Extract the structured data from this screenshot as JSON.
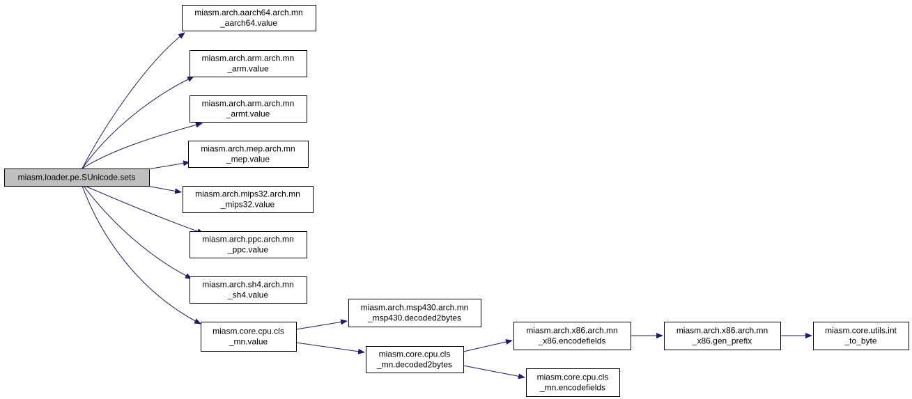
{
  "colors": {
    "edge": "#191970",
    "node_border": "#000000",
    "root_fill": "#bfbfbf",
    "node_fill": "#ffffff"
  },
  "nodes": [
    {
      "id": "root",
      "lines": [
        "miasm.loader.pe.SUnicode.sets"
      ],
      "root": true
    },
    {
      "id": "aarch64",
      "lines": [
        "miasm.arch.aarch64.arch.mn",
        "_aarch64.value"
      ]
    },
    {
      "id": "arm",
      "lines": [
        "miasm.arch.arm.arch.mn",
        "_arm.value"
      ]
    },
    {
      "id": "armt",
      "lines": [
        "miasm.arch.arm.arch.mn",
        "_armt.value"
      ]
    },
    {
      "id": "mep",
      "lines": [
        "miasm.arch.mep.arch.mn",
        "_mep.value"
      ]
    },
    {
      "id": "mips32",
      "lines": [
        "miasm.arch.mips32.arch.mn",
        "_mips32.value"
      ]
    },
    {
      "id": "ppc",
      "lines": [
        "miasm.arch.ppc.arch.mn",
        "_ppc.value"
      ]
    },
    {
      "id": "sh4",
      "lines": [
        "miasm.arch.sh4.arch.mn",
        "_sh4.value"
      ]
    },
    {
      "id": "cls_value",
      "lines": [
        "miasm.core.cpu.cls",
        "_mn.value"
      ]
    },
    {
      "id": "msp430",
      "lines": [
        "miasm.arch.msp430.arch.mn",
        "_msp430.decoded2bytes"
      ]
    },
    {
      "id": "cls_decoded",
      "lines": [
        "miasm.core.cpu.cls",
        "_mn.decoded2bytes"
      ]
    },
    {
      "id": "x86_encodefields",
      "lines": [
        "miasm.arch.x86.arch.mn",
        "_x86.encodefields"
      ]
    },
    {
      "id": "cls_encodefields",
      "lines": [
        "miasm.core.cpu.cls",
        "_mn.encodefields"
      ]
    },
    {
      "id": "x86_gen_prefix",
      "lines": [
        "miasm.arch.x86.arch.mn",
        "_x86.gen_prefix"
      ]
    },
    {
      "id": "int_to_byte",
      "lines": [
        "miasm.core.utils.int",
        "_to_byte"
      ]
    }
  ],
  "edges": [
    {
      "from": "root",
      "to": "aarch64"
    },
    {
      "from": "root",
      "to": "arm"
    },
    {
      "from": "root",
      "to": "armt"
    },
    {
      "from": "root",
      "to": "mep"
    },
    {
      "from": "root",
      "to": "mips32"
    },
    {
      "from": "root",
      "to": "ppc"
    },
    {
      "from": "root",
      "to": "sh4"
    },
    {
      "from": "root",
      "to": "cls_value"
    },
    {
      "from": "cls_value",
      "to": "msp430"
    },
    {
      "from": "cls_value",
      "to": "cls_decoded"
    },
    {
      "from": "cls_decoded",
      "to": "x86_encodefields"
    },
    {
      "from": "cls_decoded",
      "to": "cls_encodefields"
    },
    {
      "from": "x86_encodefields",
      "to": "x86_gen_prefix"
    },
    {
      "from": "x86_gen_prefix",
      "to": "int_to_byte"
    }
  ]
}
